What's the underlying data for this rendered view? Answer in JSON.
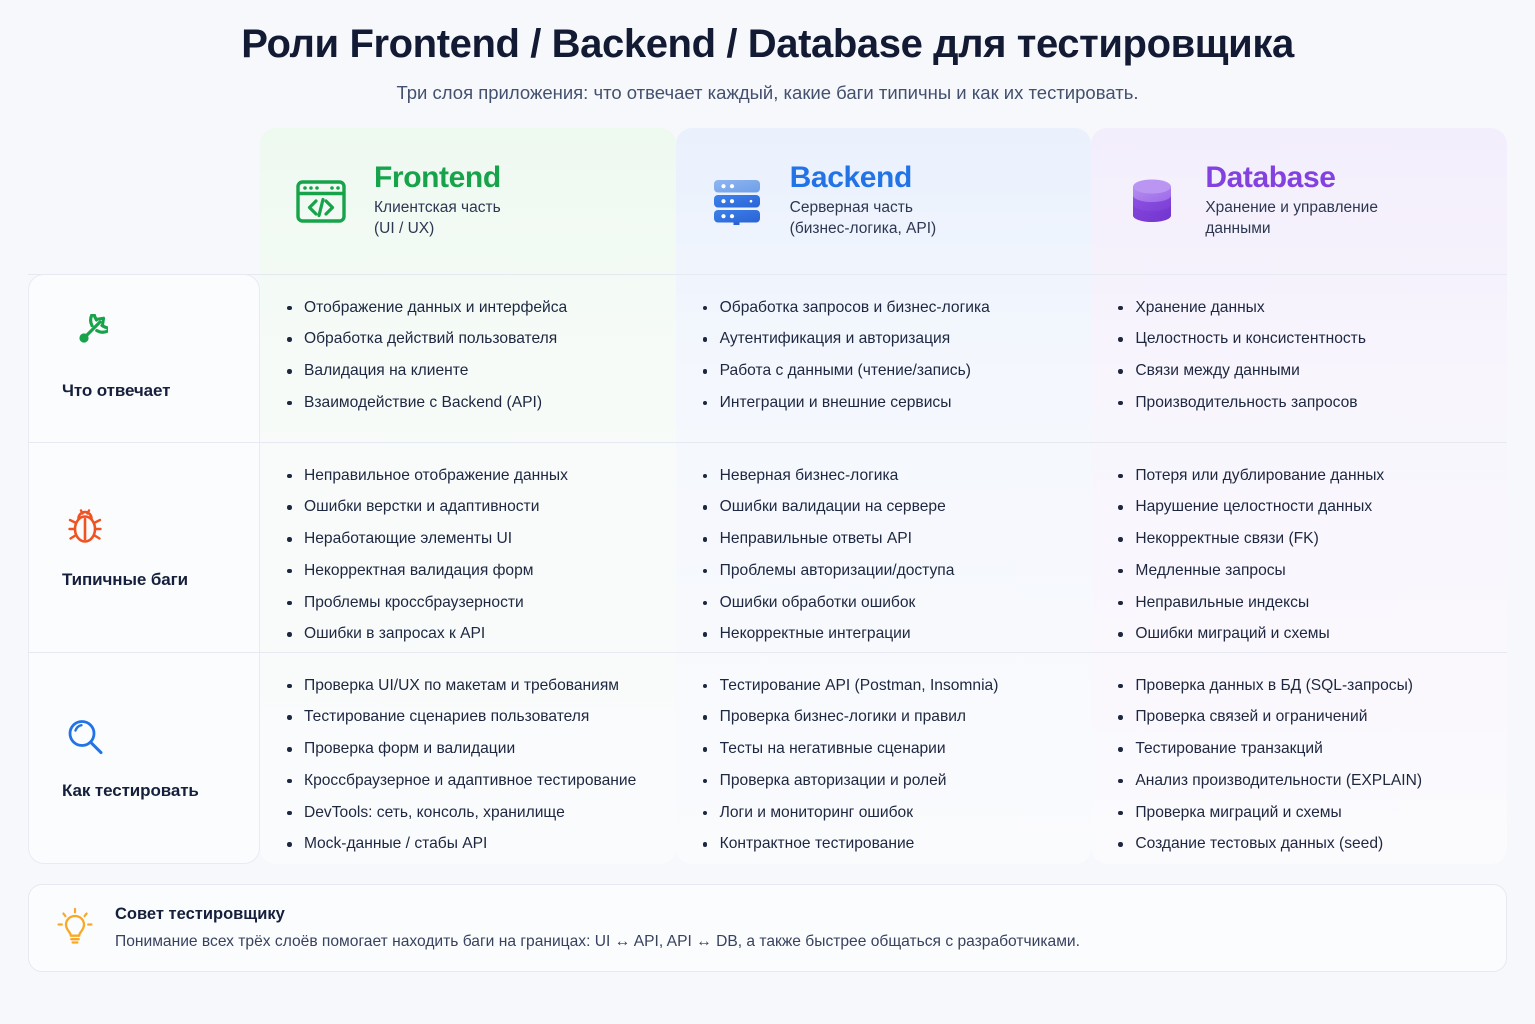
{
  "header": {
    "title": "Роли Frontend / Backend / Database для тестировщика",
    "subtitle": "Три слоя приложения: что отвечает каждый, какие баги типичны и как их тестировать."
  },
  "colors": {
    "frontend": "#17a34a",
    "backend": "#2273e6",
    "database": "#8341e0",
    "bug": "#f05322",
    "tip": "#f9a826",
    "text": "#16203c"
  },
  "columns": [
    {
      "id": "frontend",
      "icon": "code-window-icon",
      "title": "Frontend",
      "desc": "Клиентская часть\n(UI / UX)",
      "desc_line1": "Клиентская часть",
      "desc_line2": "(UI / UX)"
    },
    {
      "id": "backend",
      "icon": "server-rack-icon",
      "title": "Backend",
      "desc": "Серверная часть\n(бизнес-логика, API)",
      "desc_line1": "Серверная часть",
      "desc_line2": "(бизнес-логика, API)"
    },
    {
      "id": "database",
      "icon": "database-cylinder-icon",
      "title": "Database",
      "desc": "Хранение и управление\nданными",
      "desc_line1": "Хранение и управление",
      "desc_line2": "данными"
    }
  ],
  "rows": [
    {
      "id": "responsibility",
      "label": "Что отвечает",
      "icon": "target-dart-icon",
      "frontend": [
        "Отображение данных и интерфейса",
        "Обработка действий пользователя",
        "Валидация на клиенте",
        "Взаимодействие с Backend (API)"
      ],
      "backend": [
        "Обработка запросов и бизнес-логика",
        "Аутентификация и авторизация",
        "Работа с данными (чтение/запись)",
        "Интеграции и внешние сервисы"
      ],
      "database": [
        "Хранение данных",
        "Целостность и консистентность",
        "Связи между данными",
        "Производительность запросов"
      ]
    },
    {
      "id": "typical-bugs",
      "label": "Типичные баги",
      "icon": "bug-icon",
      "frontend": [
        "Неправильное отображение данных",
        "Ошибки верстки и адаптивности",
        "Неработающие элементы UI",
        "Некорректная валидация форм",
        "Проблемы кроссбраузерности",
        "Ошибки в запросах к API"
      ],
      "backend": [
        "Неверная бизнес-логика",
        "Ошибки валидации на сервере",
        "Неправильные ответы API",
        "Проблемы авторизации/доступа",
        "Ошибки обработки ошибок",
        "Некорректные интеграции"
      ],
      "database": [
        "Потеря или дублирование данных",
        "Нарушение целостности данных",
        "Некорректные связи (FK)",
        "Медленные запросы",
        "Неправильные индексы",
        "Ошибки миграций и схемы"
      ]
    },
    {
      "id": "how-to-test",
      "label": "Как тестировать",
      "icon": "magnifier-icon",
      "frontend": [
        "Проверка UI/UX по макетам и требованиям",
        "Тестирование сценариев пользователя",
        "Проверка форм и валидации",
        "Кроссбраузерное и адаптивное тестирование",
        "DevTools: сеть, консоль, хранилище",
        "Mock-данные / стабы API"
      ],
      "backend": [
        "Тестирование API (Postman, Insomnia)",
        "Проверка бизнес-логики и правил",
        "Тесты на негативные сценарии",
        "Проверка авторизации и ролей",
        "Логи и мониторинг ошибок",
        "Контрактное тестирование"
      ],
      "database": [
        "Проверка данных в БД (SQL-запросы)",
        "Проверка связей и ограничений",
        "Тестирование транзакций",
        "Анализ производительности (EXPLAIN)",
        "Проверка миграций и схемы",
        "Создание тестовых данных (seed)"
      ]
    }
  ],
  "tip": {
    "icon": "lightbulb-icon",
    "title": "Совет тестировщику",
    "text": "Понимание всех трёх слоёв помогает находить баги на границах: UI ↔ API, API ↔ DB, а также быстрее общаться с разработчиками."
  }
}
